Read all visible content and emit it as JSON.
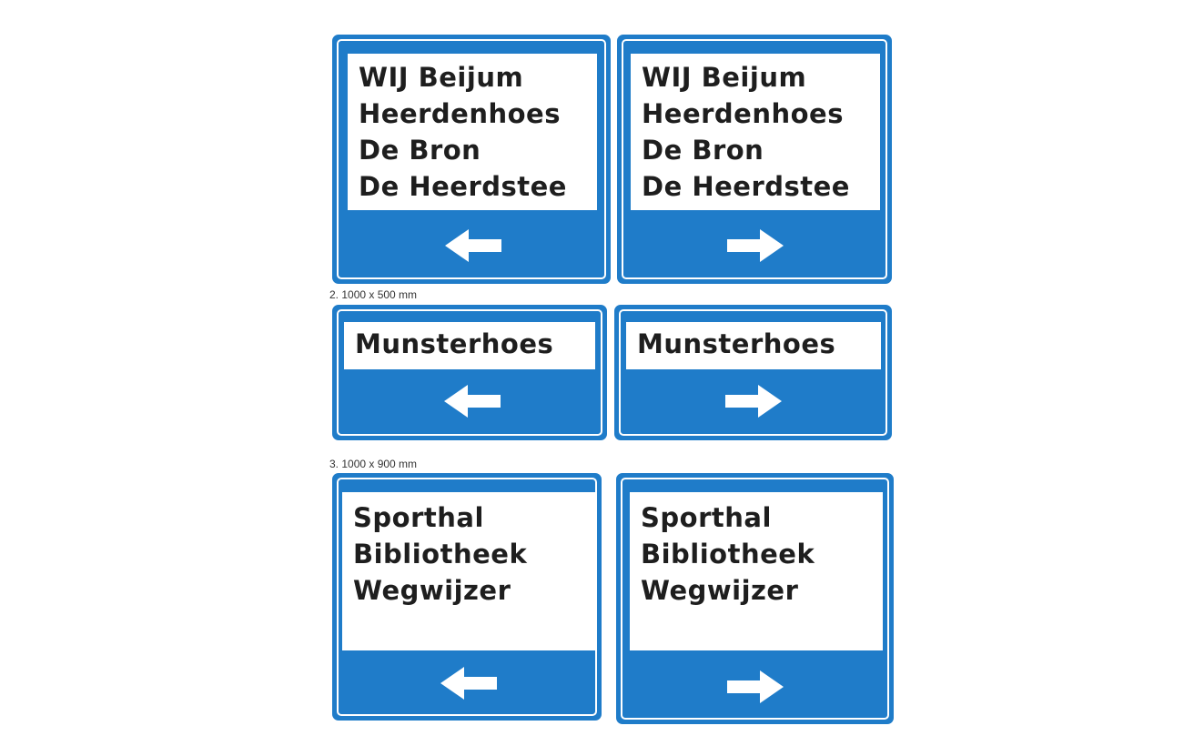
{
  "colors": {
    "sign_blue": "#1f7cc9",
    "panel_white": "#ffffff",
    "text_dark": "#1e1e1e"
  },
  "captions": {
    "row2": "2. 1000 x 500 mm",
    "row3": "3. 1000 x 900 mm"
  },
  "signs": {
    "row1_left": {
      "lines": [
        "WIJ Beijum",
        "Heerdenhoes",
        "De Bron",
        "De Heerdstee"
      ],
      "arrow": "left-arrow-icon"
    },
    "row1_right": {
      "lines": [
        "WIJ Beijum",
        "Heerdenhoes",
        "De Bron",
        "De Heerdstee"
      ],
      "arrow": "right-arrow-icon"
    },
    "row2_left": {
      "lines": [
        "Munsterhoes"
      ],
      "arrow": "left-arrow-icon"
    },
    "row2_right": {
      "lines": [
        "Munsterhoes"
      ],
      "arrow": "right-arrow-icon"
    },
    "row3_left": {
      "lines": [
        "Sporthal",
        "Bibliotheek",
        "Wegwijzer"
      ],
      "arrow": "left-arrow-icon"
    },
    "row3_right": {
      "lines": [
        "Sporthal",
        "Bibliotheek",
        "Wegwijzer"
      ],
      "arrow": "right-arrow-icon"
    }
  }
}
